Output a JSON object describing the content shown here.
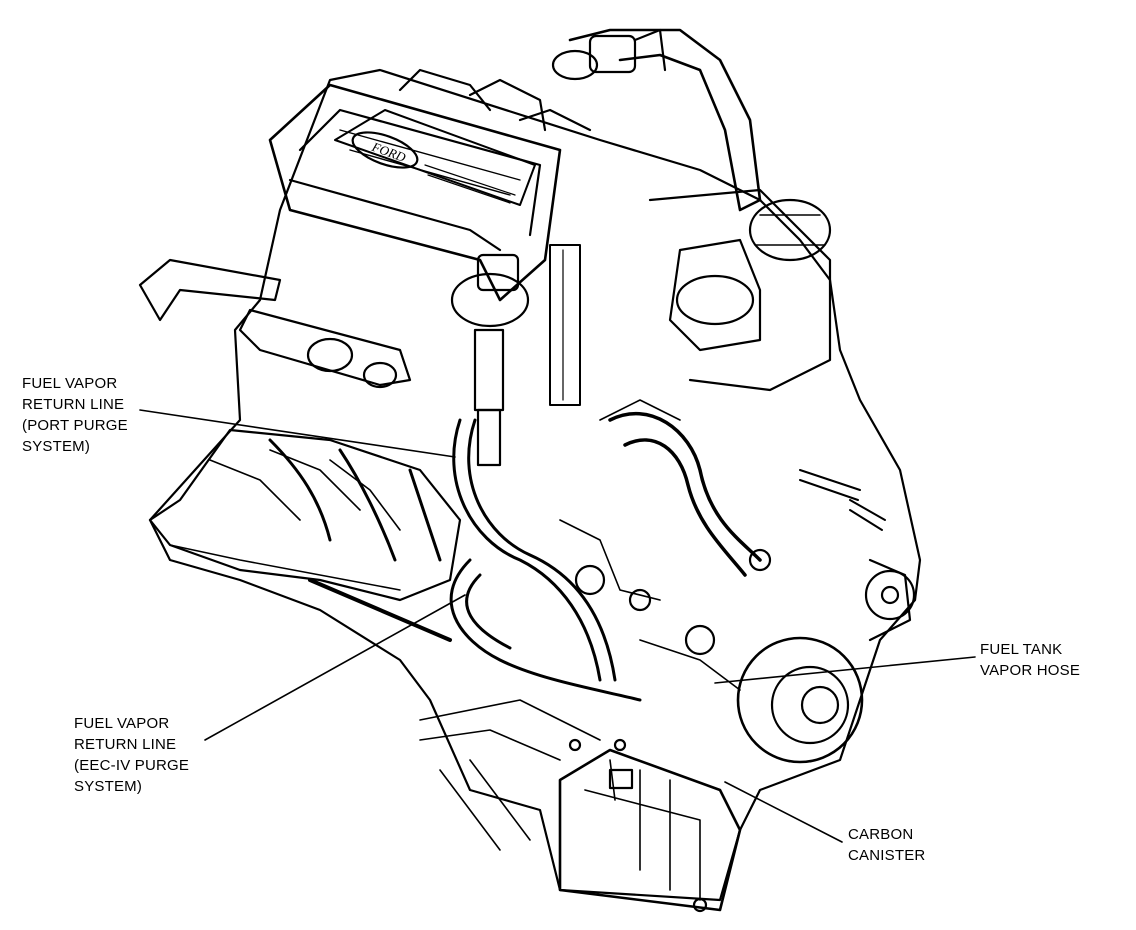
{
  "callouts": {
    "port_purge": {
      "lines": [
        "FUEL VAPOR",
        "RETURN LINE",
        "(PORT PURGE",
        "SYSTEM)"
      ]
    },
    "eec_purge": {
      "lines": [
        "FUEL VAPOR",
        "RETURN LINE",
        "(EEC-IV PURGE",
        "SYSTEM)"
      ]
    },
    "fuel_tank_hose": {
      "lines": [
        "FUEL TANK",
        "VAPOR HOSE"
      ]
    },
    "carbon_canister": {
      "lines": [
        "CARBON",
        "CANISTER"
      ]
    }
  },
  "nameplate": {
    "text": "FORD"
  },
  "colors": {
    "ink": "#000000",
    "paper": "#ffffff"
  }
}
